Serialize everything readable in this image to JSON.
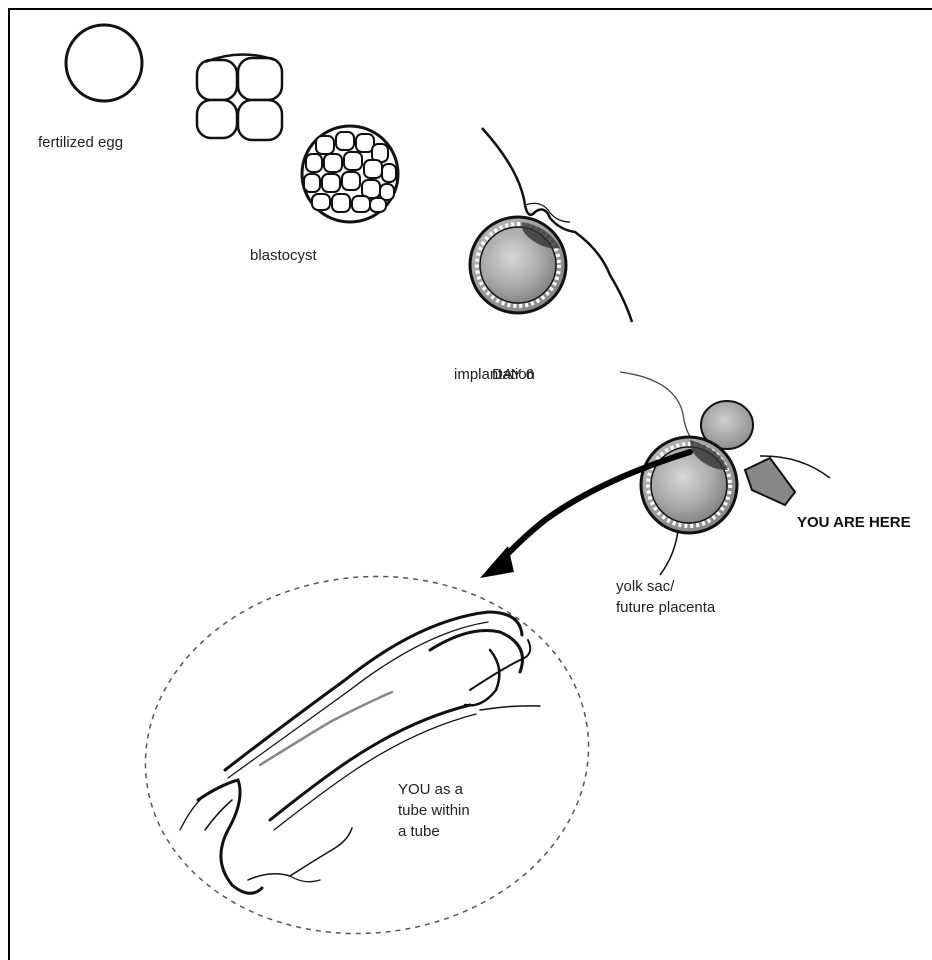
{
  "labels": {
    "fertilized_egg": "fertilized egg",
    "blastocyst": "blastocyst",
    "day6_line1": "DAY 6",
    "day6_line2": "implantation",
    "you_are_here": "YOU ARE HERE",
    "yolk_sac_line1": "yolk sac/",
    "yolk_sac_line2": "future placenta",
    "tube_line1": "YOU as a",
    "tube_line2": "tube within",
    "tube_line3": "a tube"
  }
}
